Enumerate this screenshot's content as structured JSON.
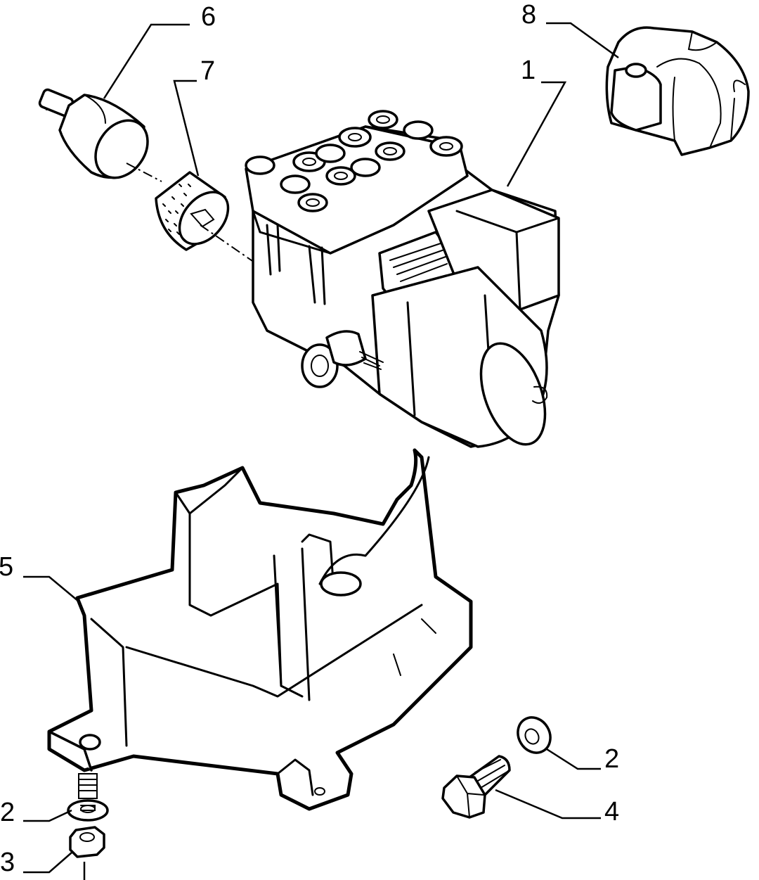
{
  "callouts": [
    {
      "id": "c6",
      "label": "6"
    },
    {
      "id": "c7",
      "label": "7"
    },
    {
      "id": "c8",
      "label": "8"
    },
    {
      "id": "c1",
      "label": "1"
    },
    {
      "id": "c5",
      "label": "5"
    },
    {
      "id": "c2a",
      "label": "2"
    },
    {
      "id": "c4",
      "label": "4"
    },
    {
      "id": "c2b",
      "label": "2"
    },
    {
      "id": "c3",
      "label": "3"
    }
  ]
}
